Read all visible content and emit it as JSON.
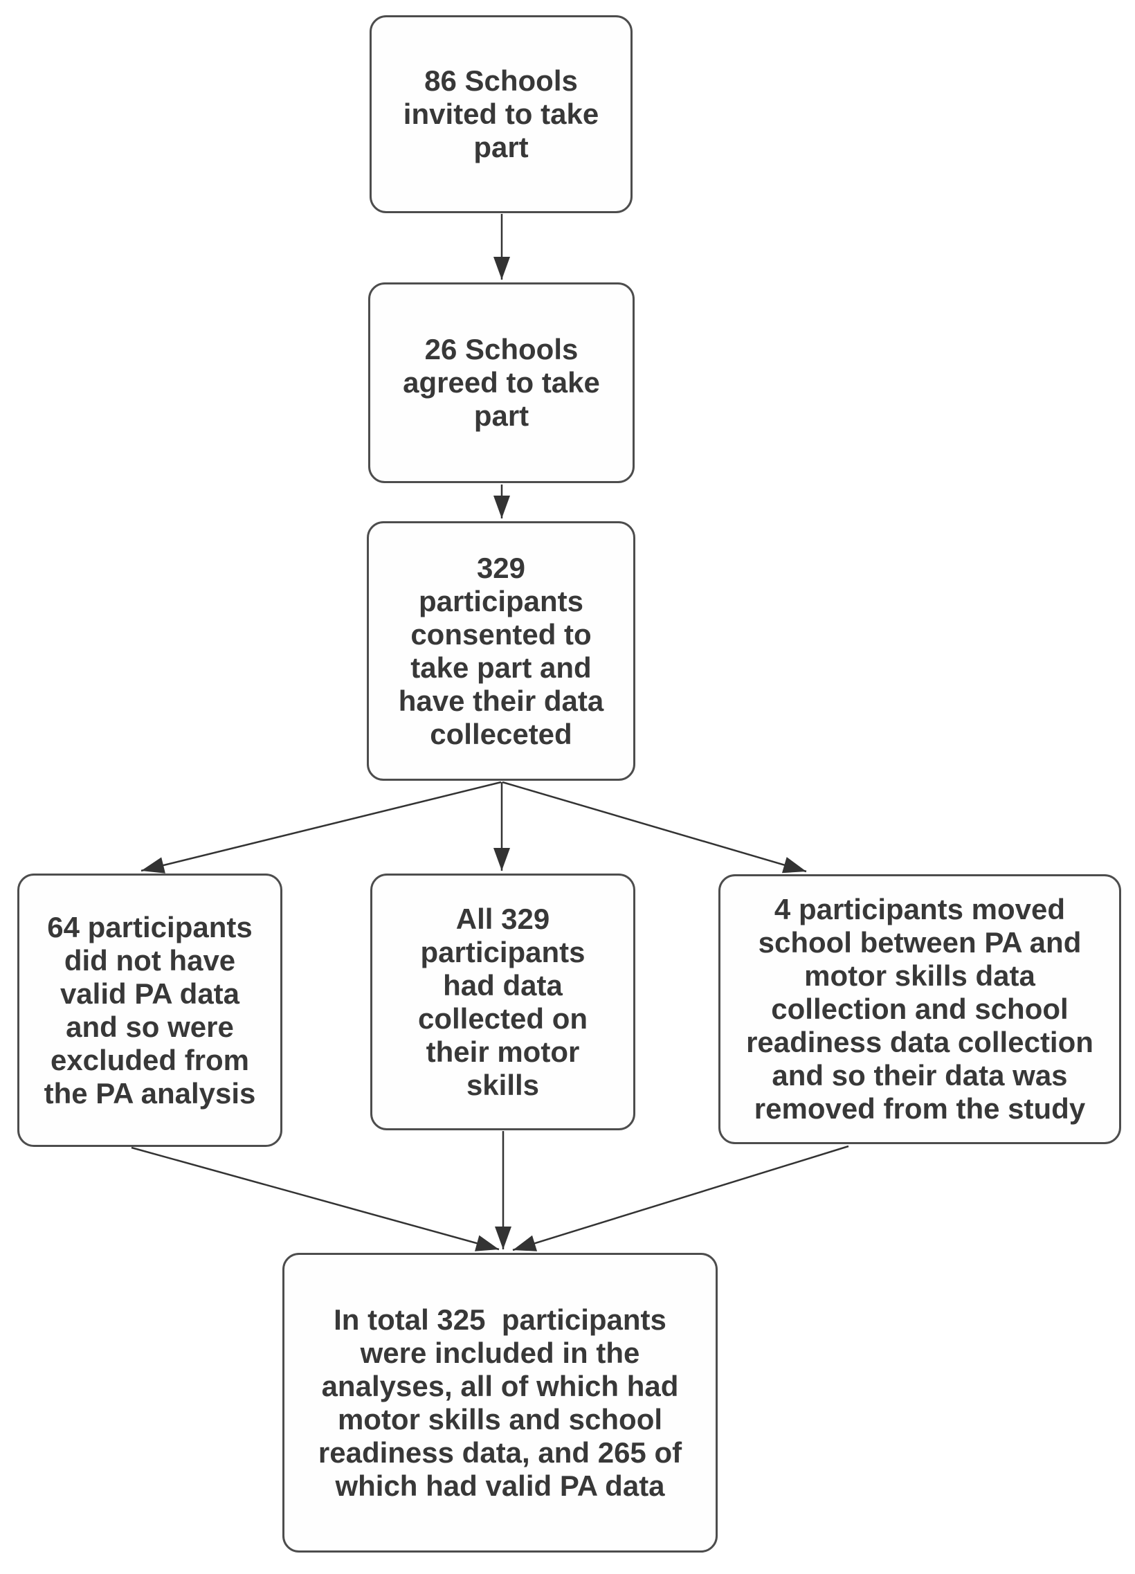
{
  "diagram": {
    "type": "flowchart",
    "colors": {
      "background": "#ffffff",
      "node_fill": "#fefefe",
      "node_border": "#4d4d4d",
      "text": "#383838",
      "arrow": "#333333"
    },
    "nodes": [
      {
        "id": "schools-invited",
        "text": "86 Schools\ninvited to take\npart"
      },
      {
        "id": "schools-agreed",
        "text": "26 Schools\nagreed to take\npart"
      },
      {
        "id": "participants-consented",
        "text": "329\nparticipants\nconsented to\ntake part and\nhave their data\ncolleceted"
      },
      {
        "id": "no-valid-pa",
        "text": "64 participants\ndid not have\nvalid PA data\nand so were\nexcluded from\nthe PA analysis"
      },
      {
        "id": "motor-skills",
        "text": "All 329\nparticipants\nhad data\ncollected on\ntheir motor\nskills"
      },
      {
        "id": "moved-school",
        "text": "4 participants moved\nschool between PA and\nmotor skills data\ncollection and school\nreadiness data collection\nand so their data was\nremoved from the study"
      },
      {
        "id": "total-included",
        "text": "In total 325  participants\nwere included in the\nanalyses, all of which had\nmotor skills and school\nreadiness data, and 265 of\nwhich had valid PA data"
      }
    ],
    "edges": [
      {
        "from": "schools-invited",
        "to": "schools-agreed"
      },
      {
        "from": "schools-agreed",
        "to": "participants-consented"
      },
      {
        "from": "participants-consented",
        "to": "no-valid-pa"
      },
      {
        "from": "participants-consented",
        "to": "motor-skills"
      },
      {
        "from": "participants-consented",
        "to": "moved-school"
      },
      {
        "from": "no-valid-pa",
        "to": "total-included"
      },
      {
        "from": "motor-skills",
        "to": "total-included"
      },
      {
        "from": "moved-school",
        "to": "total-included"
      }
    ]
  }
}
